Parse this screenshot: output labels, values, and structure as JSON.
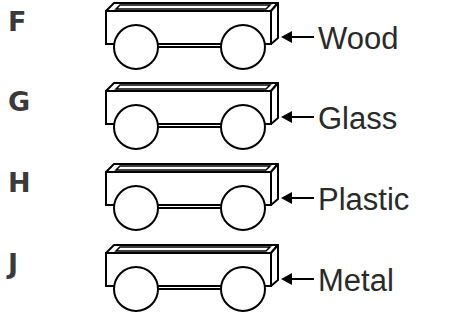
{
  "diagram": {
    "labels": [
      "F",
      "Wood",
      "G",
      "Glass",
      "H",
      "Plastic",
      "J",
      "Metal"
    ]
  }
}
